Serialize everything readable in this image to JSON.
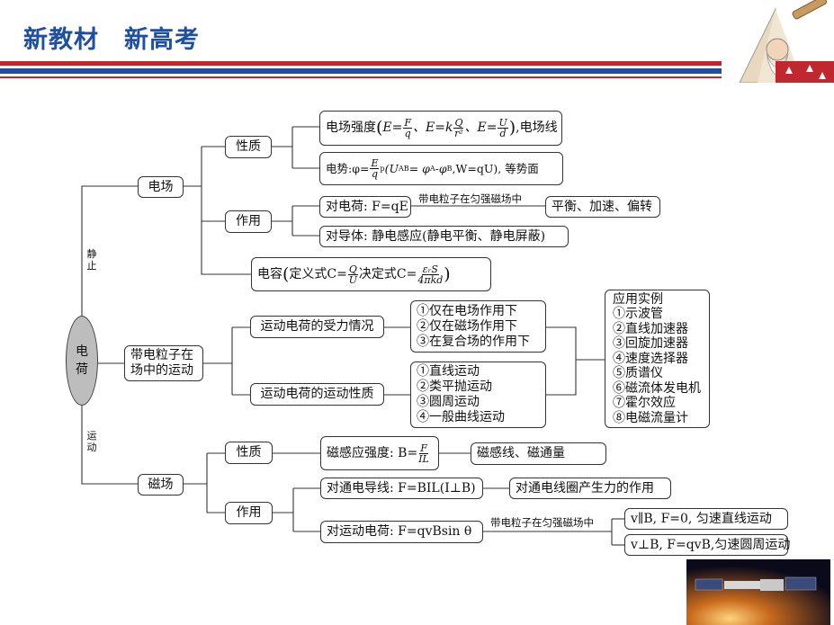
{
  "header": {
    "title": "新教材　新高考"
  },
  "diagram": {
    "root": {
      "line1": "电",
      "line2": "荷"
    },
    "branch_labels": {
      "static": [
        "静",
        "止"
      ],
      "moving": [
        "运",
        "动"
      ]
    },
    "electric_field": {
      "label": "电场",
      "properties": {
        "label": "性质",
        "field_strength": {
          "lead": "电场强度",
          "e1_lhs": "E=",
          "e1_num": "F",
          "e1_den": "q",
          "e2_lhs": "、E=k",
          "e2_num": "Q",
          "e2_den": "r²",
          "e3_lhs": "、E=",
          "e3_num": "U",
          "e3_den": "d",
          "tail": ",电场线"
        },
        "potential": {
          "lead": "电势:φ=",
          "num": "E",
          "den": "q",
          "sup": "p",
          "rest": "(U",
          "sub_ab": "AB",
          "rest2": "= φ",
          "sub_a": "A",
          "rest3": "-φ",
          "sub_b": "B",
          "rest4": ",W=qU), 等势面"
        }
      },
      "effects": {
        "label": "作用",
        "on_charge": "对电荷: F=qE",
        "uniform_note": "带电粒子在匀强磁场中",
        "result": "平衡、加速、偏转",
        "on_conductor": "对导体: 静电感应(静电平衡、静电屏蔽)"
      },
      "capacitance": {
        "lead": "电容",
        "def_text": "定义式C=",
        "def_num": "Q",
        "def_den": "U",
        "dec_text": " 决定式C=",
        "dec_num": "εᵣS",
        "dec_den": "4πkd"
      }
    },
    "particle_motion": {
      "label_line1": "带电粒子在",
      "label_line2": "场中的运动",
      "force": {
        "label": "运动电荷的受力情况",
        "items": [
          "①仅在电场作用下",
          "②仅在磁场作用下",
          "③在复合场的作用下"
        ]
      },
      "nature": {
        "label": "运动电荷的运动性质",
        "items": [
          "①直线运动",
          "②类平抛运动",
          "③圆周运动",
          "④一般曲线运动"
        ]
      },
      "applications": {
        "title": "应用实例",
        "items": [
          "①示波管",
          "②直线加速器",
          "③回旋加速器",
          "④速度选择器",
          "⑤质谱仪",
          "⑥磁流体发电机",
          "⑦霍尔效应",
          "⑧电磁流量计"
        ]
      }
    },
    "magnetic_field": {
      "label": "磁场",
      "properties": {
        "label": "性质",
        "induction": {
          "lead": "磁感应强度: B=",
          "num": "F",
          "den": "IL"
        },
        "lines": "磁感线、磁通量"
      },
      "effects": {
        "label": "作用",
        "on_wire": "对通电导线: F=BIL(I⊥B)",
        "wire_result": "对通电线圈产生力的作用",
        "on_moving": "对运动电荷: F=qvBsin θ",
        "uniform_note": "带电粒子在匀强磁场中",
        "parallel": "v∥B,  F=0, 匀速直线运动",
        "perpendicular": "v⊥B,  F=qvB,匀速圆周运动"
      }
    }
  },
  "colors": {
    "title": "#1f4fa0",
    "band_red": "#c0282d",
    "band_blue": "#1f4fa0",
    "oval": "#bdbdbd"
  }
}
